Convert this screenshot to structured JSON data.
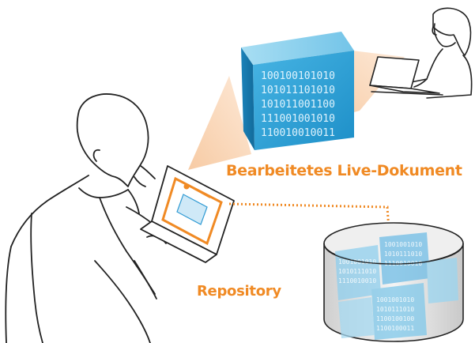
{
  "labels": {
    "live_document": "Bearbeitetes Live-Dokument",
    "repository": "Repository"
  },
  "cube_binary_rows": [
    "100100101010",
    "101011101010",
    "101011001100",
    "111001001010",
    "110010010011"
  ],
  "colors": {
    "accent_orange": "#f08a24",
    "beam_orange": "#f9d3b0",
    "cube_blue": "#3aa6d8",
    "cube_light": "#8fd1ee",
    "line": "#222222"
  },
  "icons": {
    "man_laptop": "person-with-laptop-illustration",
    "woman_laptop": "person-with-laptop-illustration",
    "binary_cube": "data-cube-icon",
    "repository": "database-cylinder-icon"
  }
}
